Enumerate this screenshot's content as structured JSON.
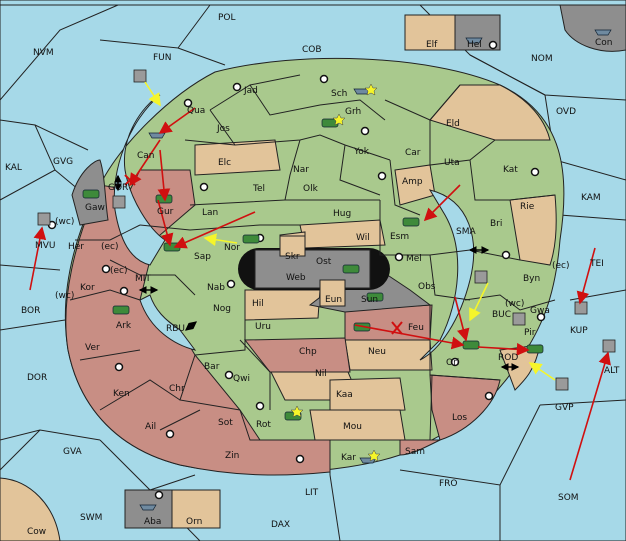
{
  "colors": {
    "sea": "#a6d9e8",
    "green": "#a9c98d",
    "tan": "#e2c49a",
    "red": "#c88e84",
    "gray": "#8e8e8e",
    "dark": "#333333",
    "order_red": "#d01010",
    "order_yellow": "#f5f52a"
  },
  "sea_labels": [
    "POL",
    "NVM",
    "FUN",
    "COB",
    "NOM",
    "OVD",
    "KAL",
    "GVG",
    "KAM",
    "SMA",
    "MIT",
    "TEI",
    "BOR",
    "(wc)",
    "(ec)",
    "(wc)",
    "(ec)",
    "(wc)",
    "(ec)",
    "DOR",
    "GVA",
    "SOM",
    "FRO",
    "LIT",
    "SWM",
    "DAX",
    "BUC",
    "ROD",
    "RBU"
  ],
  "land_labels": [
    "Elf",
    "Hel",
    "Con",
    "Jad",
    "Sch",
    "Qua",
    "Grh",
    "Jos",
    "Eld",
    "Can",
    "Yok",
    "Car",
    "Elc",
    "Nar",
    "Uta",
    "Kat",
    "Tel",
    "Olk",
    "Amp",
    "Gaw",
    "Gur",
    "Lan",
    "Hug",
    "Rie",
    "Bri",
    "Esm",
    "Wil",
    "Her",
    "Nor",
    "Skr",
    "Ost",
    "Sap",
    "Web",
    "Mel",
    "Byn",
    "Kor",
    "Nab",
    "Eun",
    "Sun",
    "Obs",
    "Ark",
    "Hil",
    "Nog",
    "Gwa",
    "Uru",
    "Feu",
    "Pir",
    "Chp",
    "Neu",
    "Orl",
    "Bar",
    "Qwi",
    "Ver",
    "Nil",
    "Ken",
    "Chr",
    "Kaa",
    "Ail",
    "Sot",
    "Rot",
    "Los",
    "Mou",
    "Zin",
    "Kar",
    "Sam",
    "Aba",
    "Orn",
    "MVU",
    "KUP",
    "ALT",
    "GVP",
    "Cow",
    "GOR"
  ],
  "unit_icons": [
    "tank-icon",
    "ship-icon",
    "star-icon",
    "supply-center-icon",
    "convoy-arrow-icon"
  ]
}
